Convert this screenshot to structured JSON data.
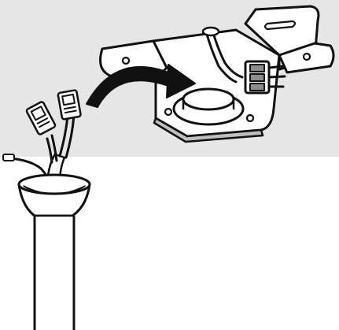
{
  "illustration": {
    "kind": "line-art installation diagram",
    "subjects": [
      "mounting-bracket",
      "wire-connectors",
      "wires",
      "downrod",
      "canopy-cup",
      "curved-arrow"
    ]
  },
  "colors": {
    "background_band": "#e6e6e6",
    "page": "#ffffff",
    "line": "#111111",
    "fill_light": "#ffffff",
    "fill_shadow": "#8c8c8c",
    "fill_mid": "#bfbfbf"
  }
}
